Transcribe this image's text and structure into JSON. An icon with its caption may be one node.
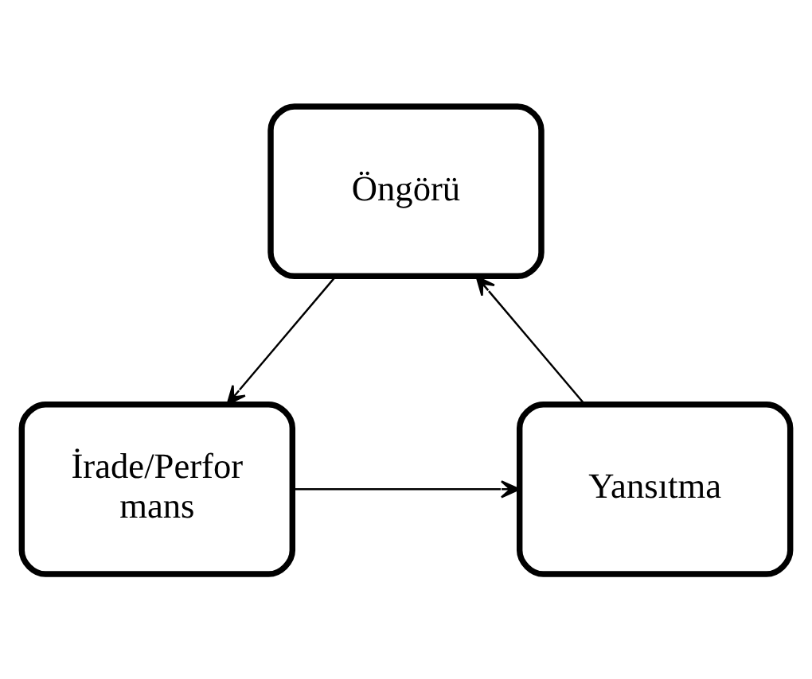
{
  "diagram": {
    "nodes": [
      {
        "text": [
          "Öngörü"
        ]
      },
      {
        "text": [
          "İrade/Perfor mans"
        ]
      },
      {
        "text": [
          "Yansıtma"
        ]
      }
    ],
    "edges": [
      {
        "from": 0,
        "to": 1,
        "arrow": "to"
      },
      {
        "from": 1,
        "to": 2,
        "arrow": "to"
      },
      {
        "from": 2,
        "to": 0,
        "arrow": "to"
      }
    ]
  }
}
